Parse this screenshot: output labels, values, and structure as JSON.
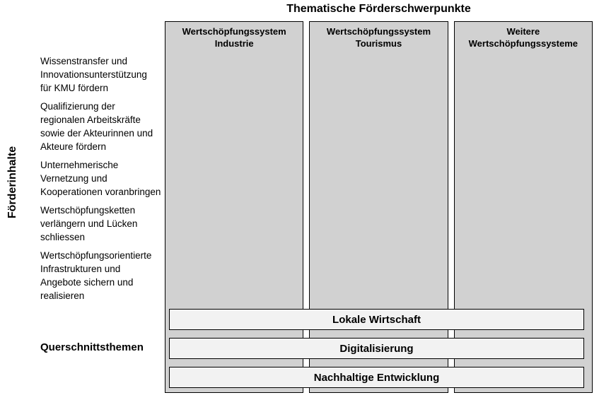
{
  "title": "Thematische Förderschwerpunkte",
  "left_axis_label": "Förderinhalte",
  "cross_section_label": "Querschnittsthemen",
  "columns": [
    {
      "label": "Wertschöpfungssystem\nIndustrie"
    },
    {
      "label": "Wertschöpfungssystem\nTourismus"
    },
    {
      "label": "Weitere\nWertschöpfungssysteme"
    }
  ],
  "funding_items": [
    "Wissenstransfer und\nInnovationsunterstützung\nfür KMU fördern",
    "Qualifizierung der\nregionalen Arbeitskräfte\nsowie der Akteurinnen und\nAkteure fördern",
    "Unternehmerische\nVernetzung und\nKooperationen voranbringen",
    "Wertschöpfungsketten\nverlängern und Lücken\nschliessen",
    "Wertschöpfungsorientierte\nInfrastrukturen und\nAngebote sichern und\nrealisieren"
  ],
  "cross_bars": [
    "Lokale Wirtschaft",
    "Digitalisierung",
    "Nachhaltige Entwicklung"
  ],
  "colors": {
    "background": "#ffffff",
    "text": "#000000",
    "column_fill": "#d1d1d1",
    "bar_fill": "#f2f2f2",
    "border": "#000000"
  }
}
